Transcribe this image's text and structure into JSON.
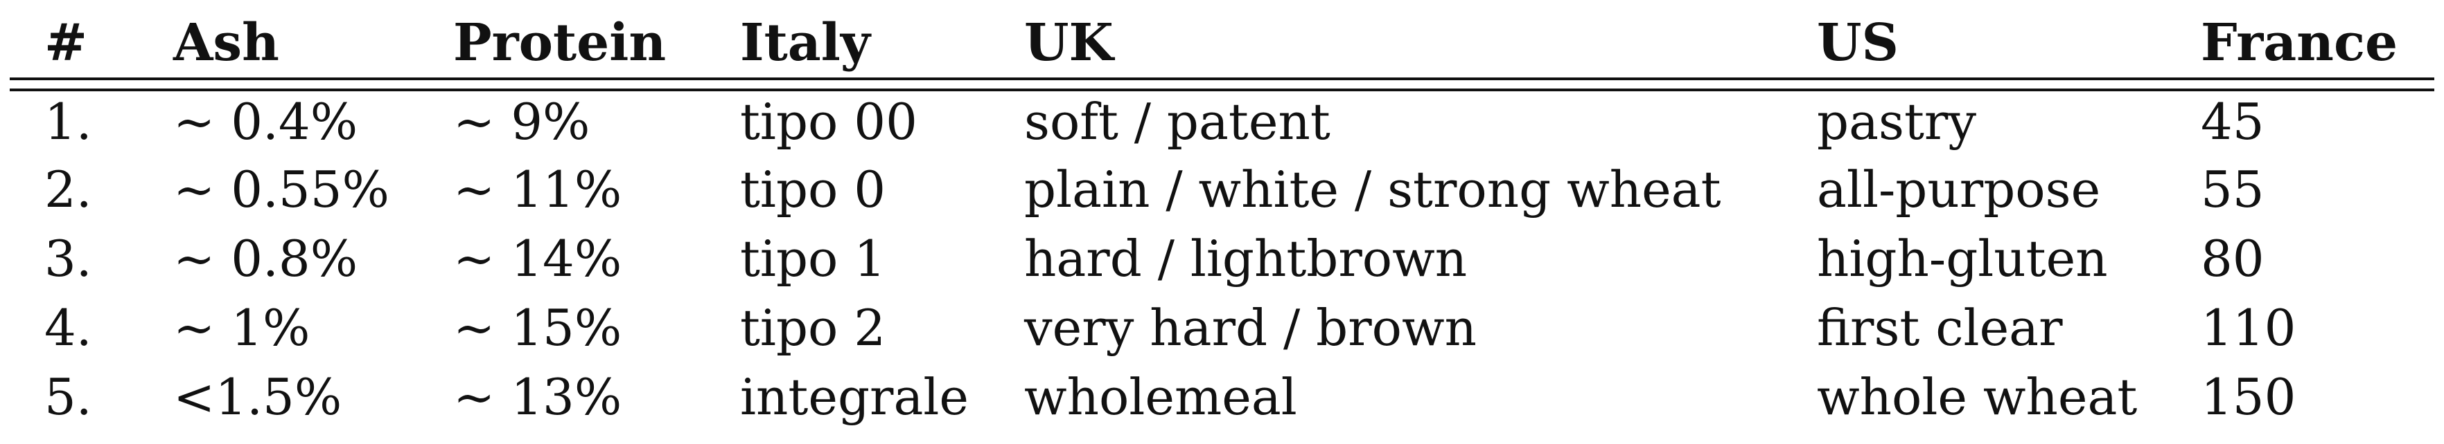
{
  "table": {
    "headers": [
      "#",
      "Ash",
      "Protein",
      "Italy",
      "UK",
      "US",
      "France"
    ],
    "rows": [
      [
        "1.",
        "~ 0.4%",
        "~ 9%",
        "tipo 00",
        "soft / patent",
        "pastry",
        "45"
      ],
      [
        "2.",
        "~ 0.55%",
        "~ 11%",
        "tipo 0",
        "plain / white / strong wheat",
        "all-purpose",
        "55"
      ],
      [
        "3.",
        "~ 0.8%",
        "~ 14%",
        "tipo 1",
        "hard / lightbrown",
        "high-gluten",
        "80"
      ],
      [
        "4.",
        "~ 1%",
        "~ 15%",
        "tipo 2",
        "very hard / brown",
        "first clear",
        "110"
      ],
      [
        "5.",
        "<1.5%",
        "~ 13%",
        "integrale",
        "wholemeal",
        "whole wheat",
        "150"
      ]
    ]
  }
}
